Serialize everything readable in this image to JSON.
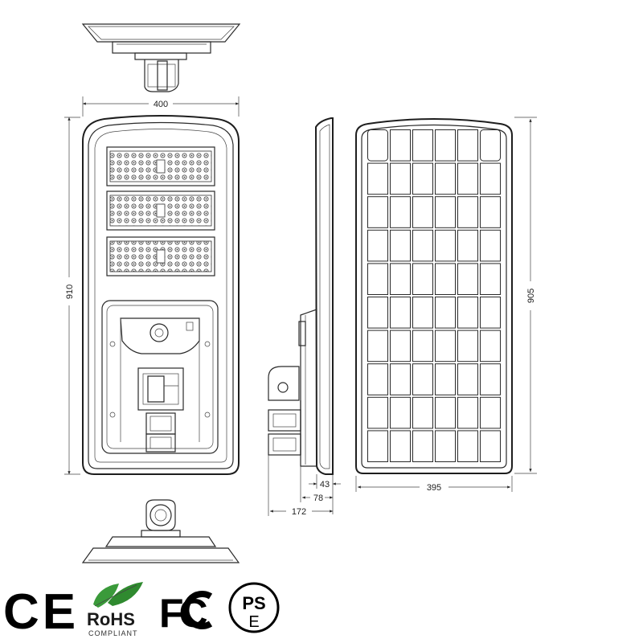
{
  "dimensions": {
    "front_width": "400",
    "front_height": "910",
    "panel_height": "905",
    "panel_width": "395",
    "side_depth_a": "43",
    "side_depth_b": "78",
    "side_depth_c": "172"
  },
  "panel_grid": {
    "columns": 6,
    "rows": 10
  },
  "certifications": {
    "ce": "CE",
    "rohs": "RoHS",
    "rohs_sub": "COMPLIANT",
    "fcc": "FC",
    "pse_top": "PS",
    "pse_bottom": "E"
  },
  "colors": {
    "line": "#2a2a2a",
    "rohs_green": "#3a9a3a"
  }
}
